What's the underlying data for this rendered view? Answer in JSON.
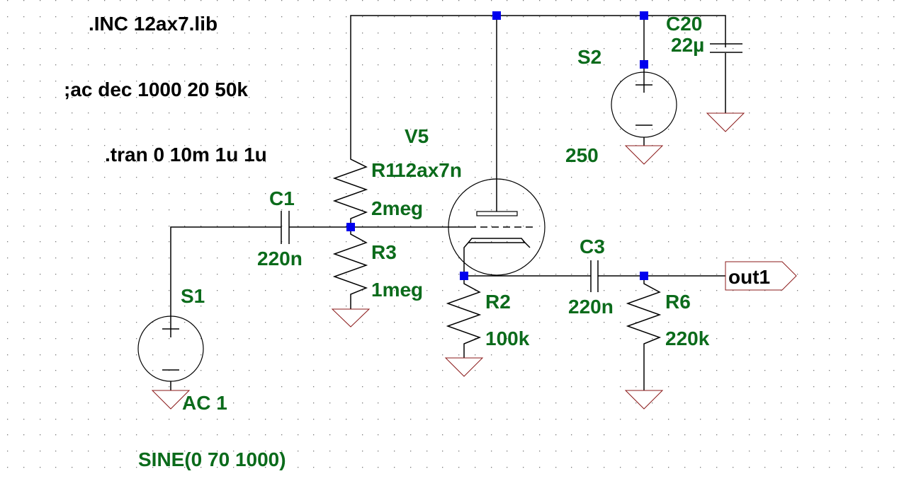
{
  "app": "LTspice schematic",
  "directives": {
    "include": ".INC 12ax7.lib",
    "ac": ";ac dec 1000 20 50k",
    "tran": ".tran 0 10m 1u 1u"
  },
  "components": {
    "V5": {
      "name": "V5",
      "model": "12ax7n"
    },
    "R1": {
      "name": "R1",
      "value": "2meg"
    },
    "R3": {
      "name": "R3",
      "value": "1meg"
    },
    "R2": {
      "name": "R2",
      "value": "100k"
    },
    "R6": {
      "name": "R6",
      "value": "220k"
    },
    "C1": {
      "name": "C1",
      "value": "220n"
    },
    "C3": {
      "name": "C3",
      "value": "220n"
    },
    "C20": {
      "name": "C20",
      "value": "22µ"
    },
    "S1": {
      "name": "S1",
      "value1": "AC 1",
      "value2": "SINE(0 70 1000)"
    },
    "S2": {
      "name": "S2",
      "value": "250"
    }
  },
  "net_labels": {
    "out": "out1"
  },
  "colors": {
    "label": "#0b6b1b",
    "wire": "#000000",
    "node": "#0000ee",
    "ground": "#8b1a1a",
    "grid": "#888888"
  }
}
